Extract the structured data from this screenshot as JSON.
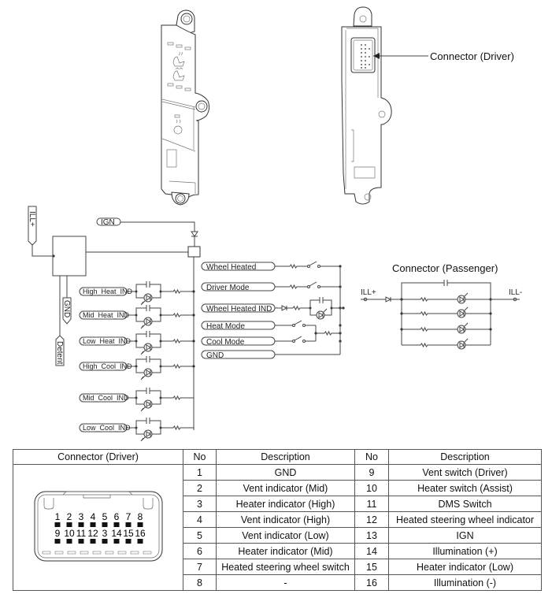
{
  "figure": {
    "callouts": {
      "driver_connector": "Connector (Driver)"
    },
    "schematic": {
      "module_labels": {
        "ill_plus": "ILL+",
        "gnd": "GND",
        "detent": "Detent",
        "ign": "IGN"
      },
      "indicators": [
        {
          "label": "High_Heat_IND"
        },
        {
          "label": "Mid_Heat_IND"
        },
        {
          "label": "Low_Heat_IND"
        },
        {
          "label": "High_Cool_IND"
        },
        {
          "label": "Mid_Cool_IND"
        },
        {
          "label": "Low_Cool_IND"
        }
      ],
      "switch_inputs": [
        {
          "label": "Wheel Heated"
        },
        {
          "label": "Driver Mode"
        },
        {
          "label": "Wheel Heated IND"
        },
        {
          "label": "Heat Mode"
        },
        {
          "label": "Cool Mode"
        },
        {
          "label": "GND"
        }
      ],
      "passenger": {
        "title": "Connector (Passenger)",
        "left_terminal": "ILL+",
        "right_terminal": "ILL-",
        "lamp_branches": 4
      }
    }
  },
  "table": {
    "headers": {
      "connector": "Connector (Driver)",
      "no_left": "No",
      "desc_left": "Description",
      "no_right": "No",
      "desc_right": "Description"
    },
    "connector_pins": {
      "top_row": [
        "1",
        "2",
        "3",
        "4",
        "5",
        "6",
        "7",
        "8"
      ],
      "bottom_row": [
        "9",
        "10",
        "11",
        "12",
        "3",
        "14",
        "15",
        "16"
      ]
    },
    "rows": [
      {
        "no_a": "1",
        "desc_a": "GND",
        "no_b": "9",
        "desc_b": "Vent switch (Driver)"
      },
      {
        "no_a": "2",
        "desc_a": "Vent indicator (Mid)",
        "no_b": "10",
        "desc_b": "Heater switch (Assist)"
      },
      {
        "no_a": "3",
        "desc_a": "Heater indicator (High)",
        "no_b": "11",
        "desc_b": "DMS Switch"
      },
      {
        "no_a": "4",
        "desc_a": "Vent indicator (High)",
        "no_b": "12",
        "desc_b": "Heated steering wheel indicator"
      },
      {
        "no_a": "5",
        "desc_a": "Vent indicator (Low)",
        "no_b": "13",
        "desc_b": "IGN"
      },
      {
        "no_a": "6",
        "desc_a": "Heater indicator (Mid)",
        "no_b": "14",
        "desc_b": "Illumination (+)"
      },
      {
        "no_a": "7",
        "desc_a": "Heated steering wheel switch",
        "no_b": "15",
        "desc_b": "Heater indicator (Low)"
      },
      {
        "no_a": "8",
        "desc_a": "-",
        "no_b": "16",
        "desc_b": "Illumination (-)"
      }
    ]
  }
}
